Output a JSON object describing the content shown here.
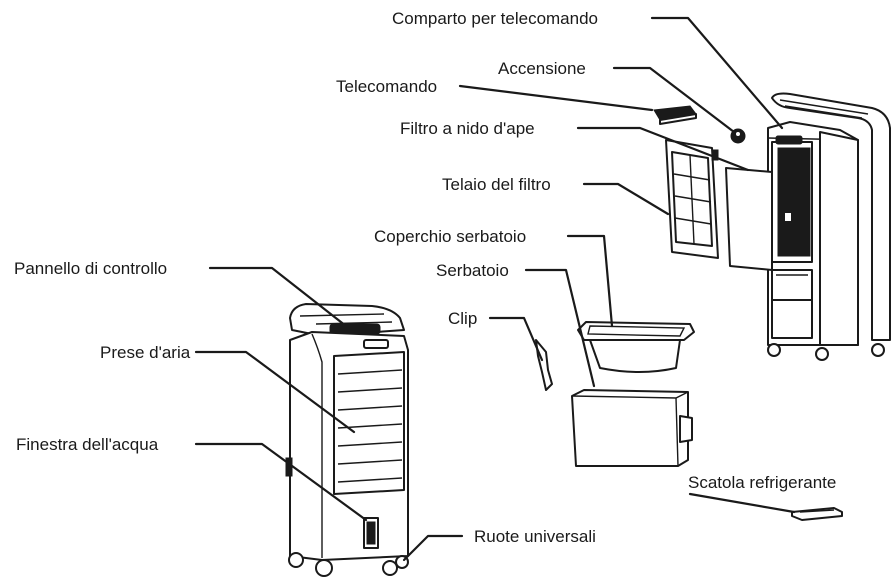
{
  "labels": {
    "comparto_telecomando": "Comparto per telecomando",
    "accensione": "Accensione",
    "telecomando": "Telecomando",
    "filtro_nido_ape": "Filtro a nido d'ape",
    "telaio_filtro": "Telaio del filtro",
    "coperchio_serbatoio": "Coperchio serbatoio",
    "serbatoio": "Serbatoio",
    "clip": "Clip",
    "pannello_controllo": "Pannello di controllo",
    "prese_aria": "Prese d'aria",
    "finestra_acqua": "Finestra dell'acqua",
    "ruote_universali": "Ruote universali",
    "scatola_refrigerante": "Scatola refrigerante"
  }
}
